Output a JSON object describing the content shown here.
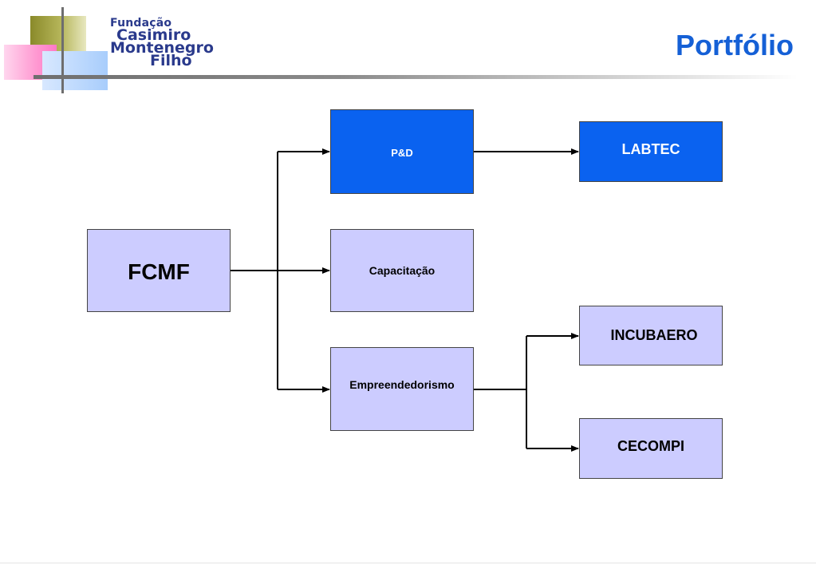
{
  "header": {
    "logo": {
      "line1": "Fundação",
      "line2": "Casimiro",
      "line3": "Montenegro",
      "line4": "Filho"
    },
    "title": "Portfólio"
  },
  "diagram": {
    "nodes": {
      "root": "FCMF",
      "pd": "P&D",
      "capacitacao": "Capacitação",
      "empreendedorismo": "Empreendedorismo",
      "labtec": "LABTEC",
      "incubaero": "INCUBAERO",
      "cecompi": "CECOMPI"
    },
    "colors": {
      "highlight": "#0a62f0",
      "default": "#ccccff",
      "title": "#1560d6"
    }
  }
}
